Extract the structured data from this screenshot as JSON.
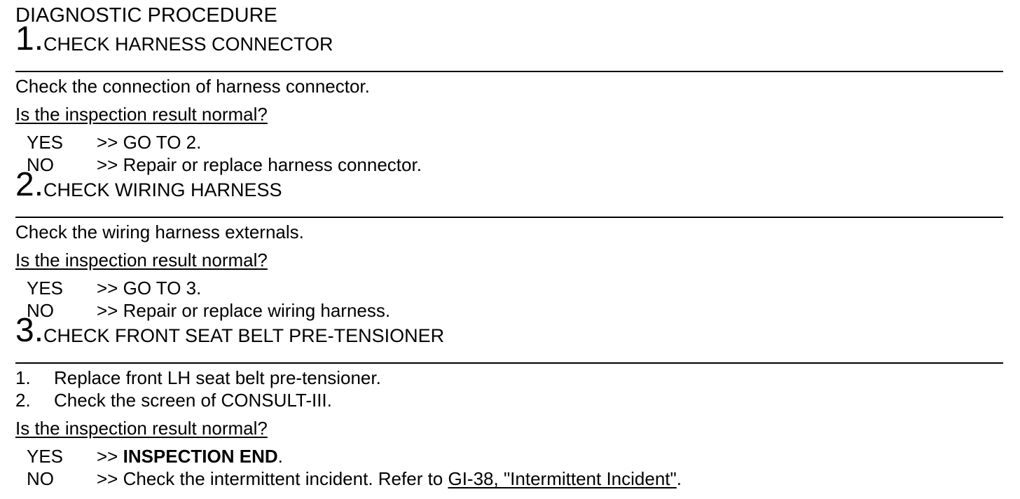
{
  "title": "DIAGNOSTIC PROCEDURE",
  "steps": [
    {
      "number": "1.",
      "title": "CHECK HARNESS CONNECTOR",
      "instruction": "Check the connection of harness connector.",
      "question": "Is the inspection result normal?",
      "yes_key": "YES",
      "yes_text": ">> GO TO 2.",
      "no_key": "NO",
      "no_text": ">> Repair or replace harness connector."
    },
    {
      "number": "2.",
      "title": "CHECK WIRING HARNESS",
      "instruction": "Check the wiring harness externals.",
      "question": "Is the inspection result normal?",
      "yes_key": "YES",
      "yes_text": ">> GO TO 3.",
      "no_key": "NO",
      "no_text": ">> Repair or replace wiring harness."
    },
    {
      "number": "3.",
      "title": "CHECK FRONT SEAT BELT PRE-TENSIONER",
      "items": [
        {
          "n": "1.",
          "text": "Replace front LH seat belt pre-tensioner."
        },
        {
          "n": "2.",
          "text": "Check the screen of CONSULT-III."
        }
      ],
      "question": "Is the inspection result normal?",
      "yes_key": "YES",
      "yes_prefix": ">> ",
      "yes_bold": "INSPECTION END",
      "yes_suffix": ".",
      "no_key": "NO",
      "no_prefix": ">> Check the intermittent incident. Refer to ",
      "no_link": "GI-38, \"Intermittent Incident\"",
      "no_suffix": "."
    }
  ]
}
